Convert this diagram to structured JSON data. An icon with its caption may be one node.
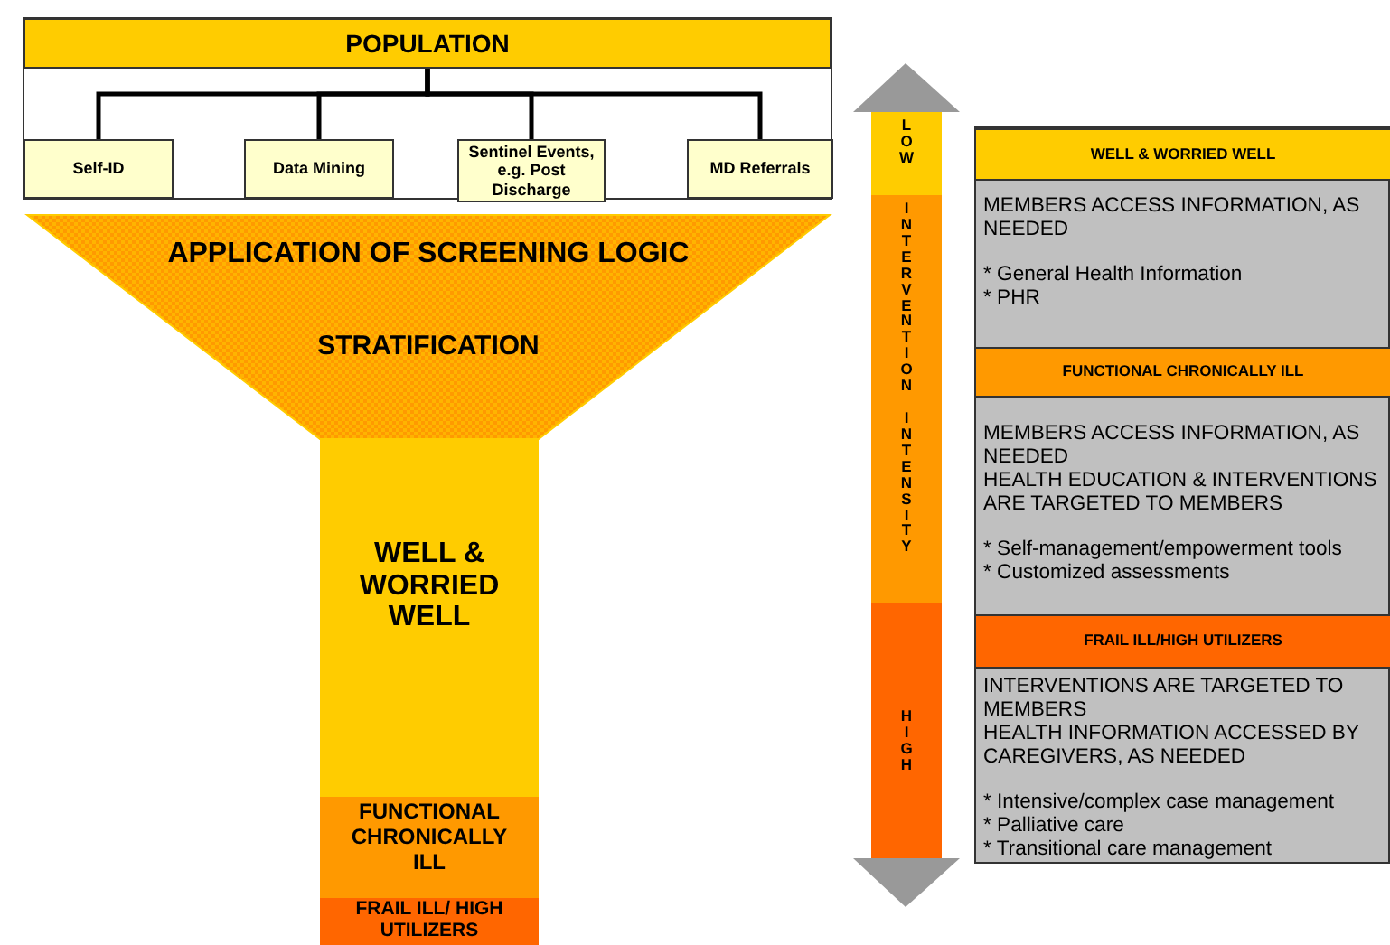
{
  "diagram": {
    "nodes": [
      {
        "text": [
          "POPULATION"
        ]
      },
      {
        "text": [
          "Self-ID"
        ]
      },
      {
        "text": [
          "Data Mining"
        ]
      },
      {
        "text": [
          "Sentinel Events, e.g. Post Discharge"
        ]
      },
      {
        "text": [
          "MD Referrals"
        ]
      },
      {
        "text": [
          "APPLICATION OF SCREENING LOGIC",
          "STRATIFICATION"
        ]
      },
      {
        "text": [
          "WELL & WORRIED WELL"
        ]
      },
      {
        "text": [
          "FUNCTIONAL CHRONICALLY ILL"
        ]
      },
      {
        "text": [
          "FRAIL ILL/ HIGH UTILIZERS"
        ]
      },
      {
        "text": [
          "LOW"
        ]
      },
      {
        "text": [
          "INTERVENTION INTENSITY"
        ]
      },
      {
        "text": [
          "HIGH"
        ]
      },
      {
        "text": [
          "WELL & WORRIED WELL"
        ]
      },
      {
        "text": [
          "MEMBERS ACCESS INFORMATION, AS NEEDED",
          "* General Health Information",
          "* PHR"
        ]
      },
      {
        "text": [
          "FUNCTIONAL CHRONICALLY ILL"
        ]
      },
      {
        "text": [
          "MEMBERS ACCESS INFORMATION, AS NEEDED",
          "HEALTH EDUCATION & INTERVENTIONS ARE TARGETED TO MEMBERS",
          "* Self-management/empowerment tools",
          "* Customized assessments"
        ]
      },
      {
        "text": [
          "FRAIL ILL/HIGH UTILIZERS"
        ]
      },
      {
        "text": [
          "INTERVENTIONS ARE TARGETED TO MEMBERS",
          "HEALTH INFORMATION ACCESSED BY CAREGIVERS, AS NEEDED",
          "* Intensive/complex case management",
          "* Palliative care",
          "* Transitional care management"
        ]
      }
    ],
    "edges": [
      {
        "from": 0,
        "to": 1,
        "arrow": "none"
      },
      {
        "from": 0,
        "to": 2,
        "arrow": "none"
      },
      {
        "from": 0,
        "to": 3,
        "arrow": "none"
      },
      {
        "from": 0,
        "to": 4,
        "arrow": "none"
      }
    ]
  }
}
